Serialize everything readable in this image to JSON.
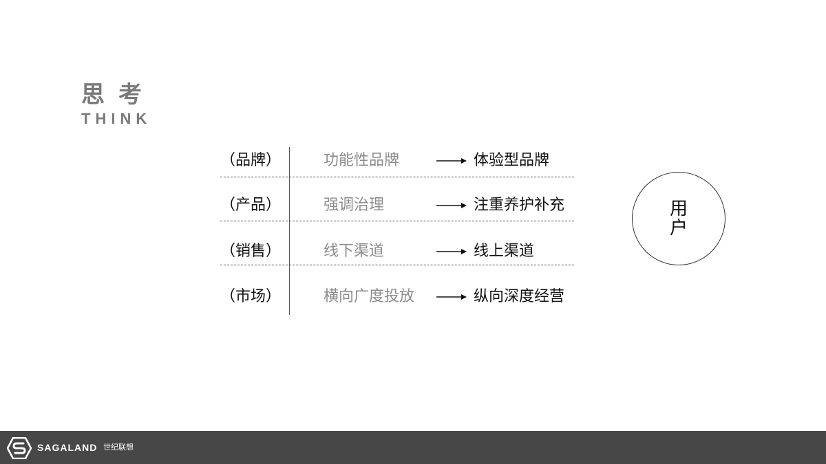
{
  "heading": {
    "title_cn": "思考",
    "title_en": "THINK",
    "color": "#7a7a7a"
  },
  "rows": [
    {
      "category": "（品牌）",
      "from": "功能性品牌",
      "to": "体验型品牌"
    },
    {
      "category": "（产品）",
      "from": "强调治理",
      "to": "注重养护补充"
    },
    {
      "category": "（销售）",
      "from": "线下渠道",
      "to": "线上渠道"
    },
    {
      "category": "（市场）",
      "from": "横向广度投放",
      "to": "纵向深度经营"
    }
  ],
  "arrow_icon": "right-arrow-icon",
  "user_circle": {
    "label": "用户"
  },
  "footer": {
    "logo_icon": "sagaland-s-logo-icon",
    "brand": "SAGALAND",
    "brand_cn": "世纪联想",
    "background": "#474747"
  }
}
